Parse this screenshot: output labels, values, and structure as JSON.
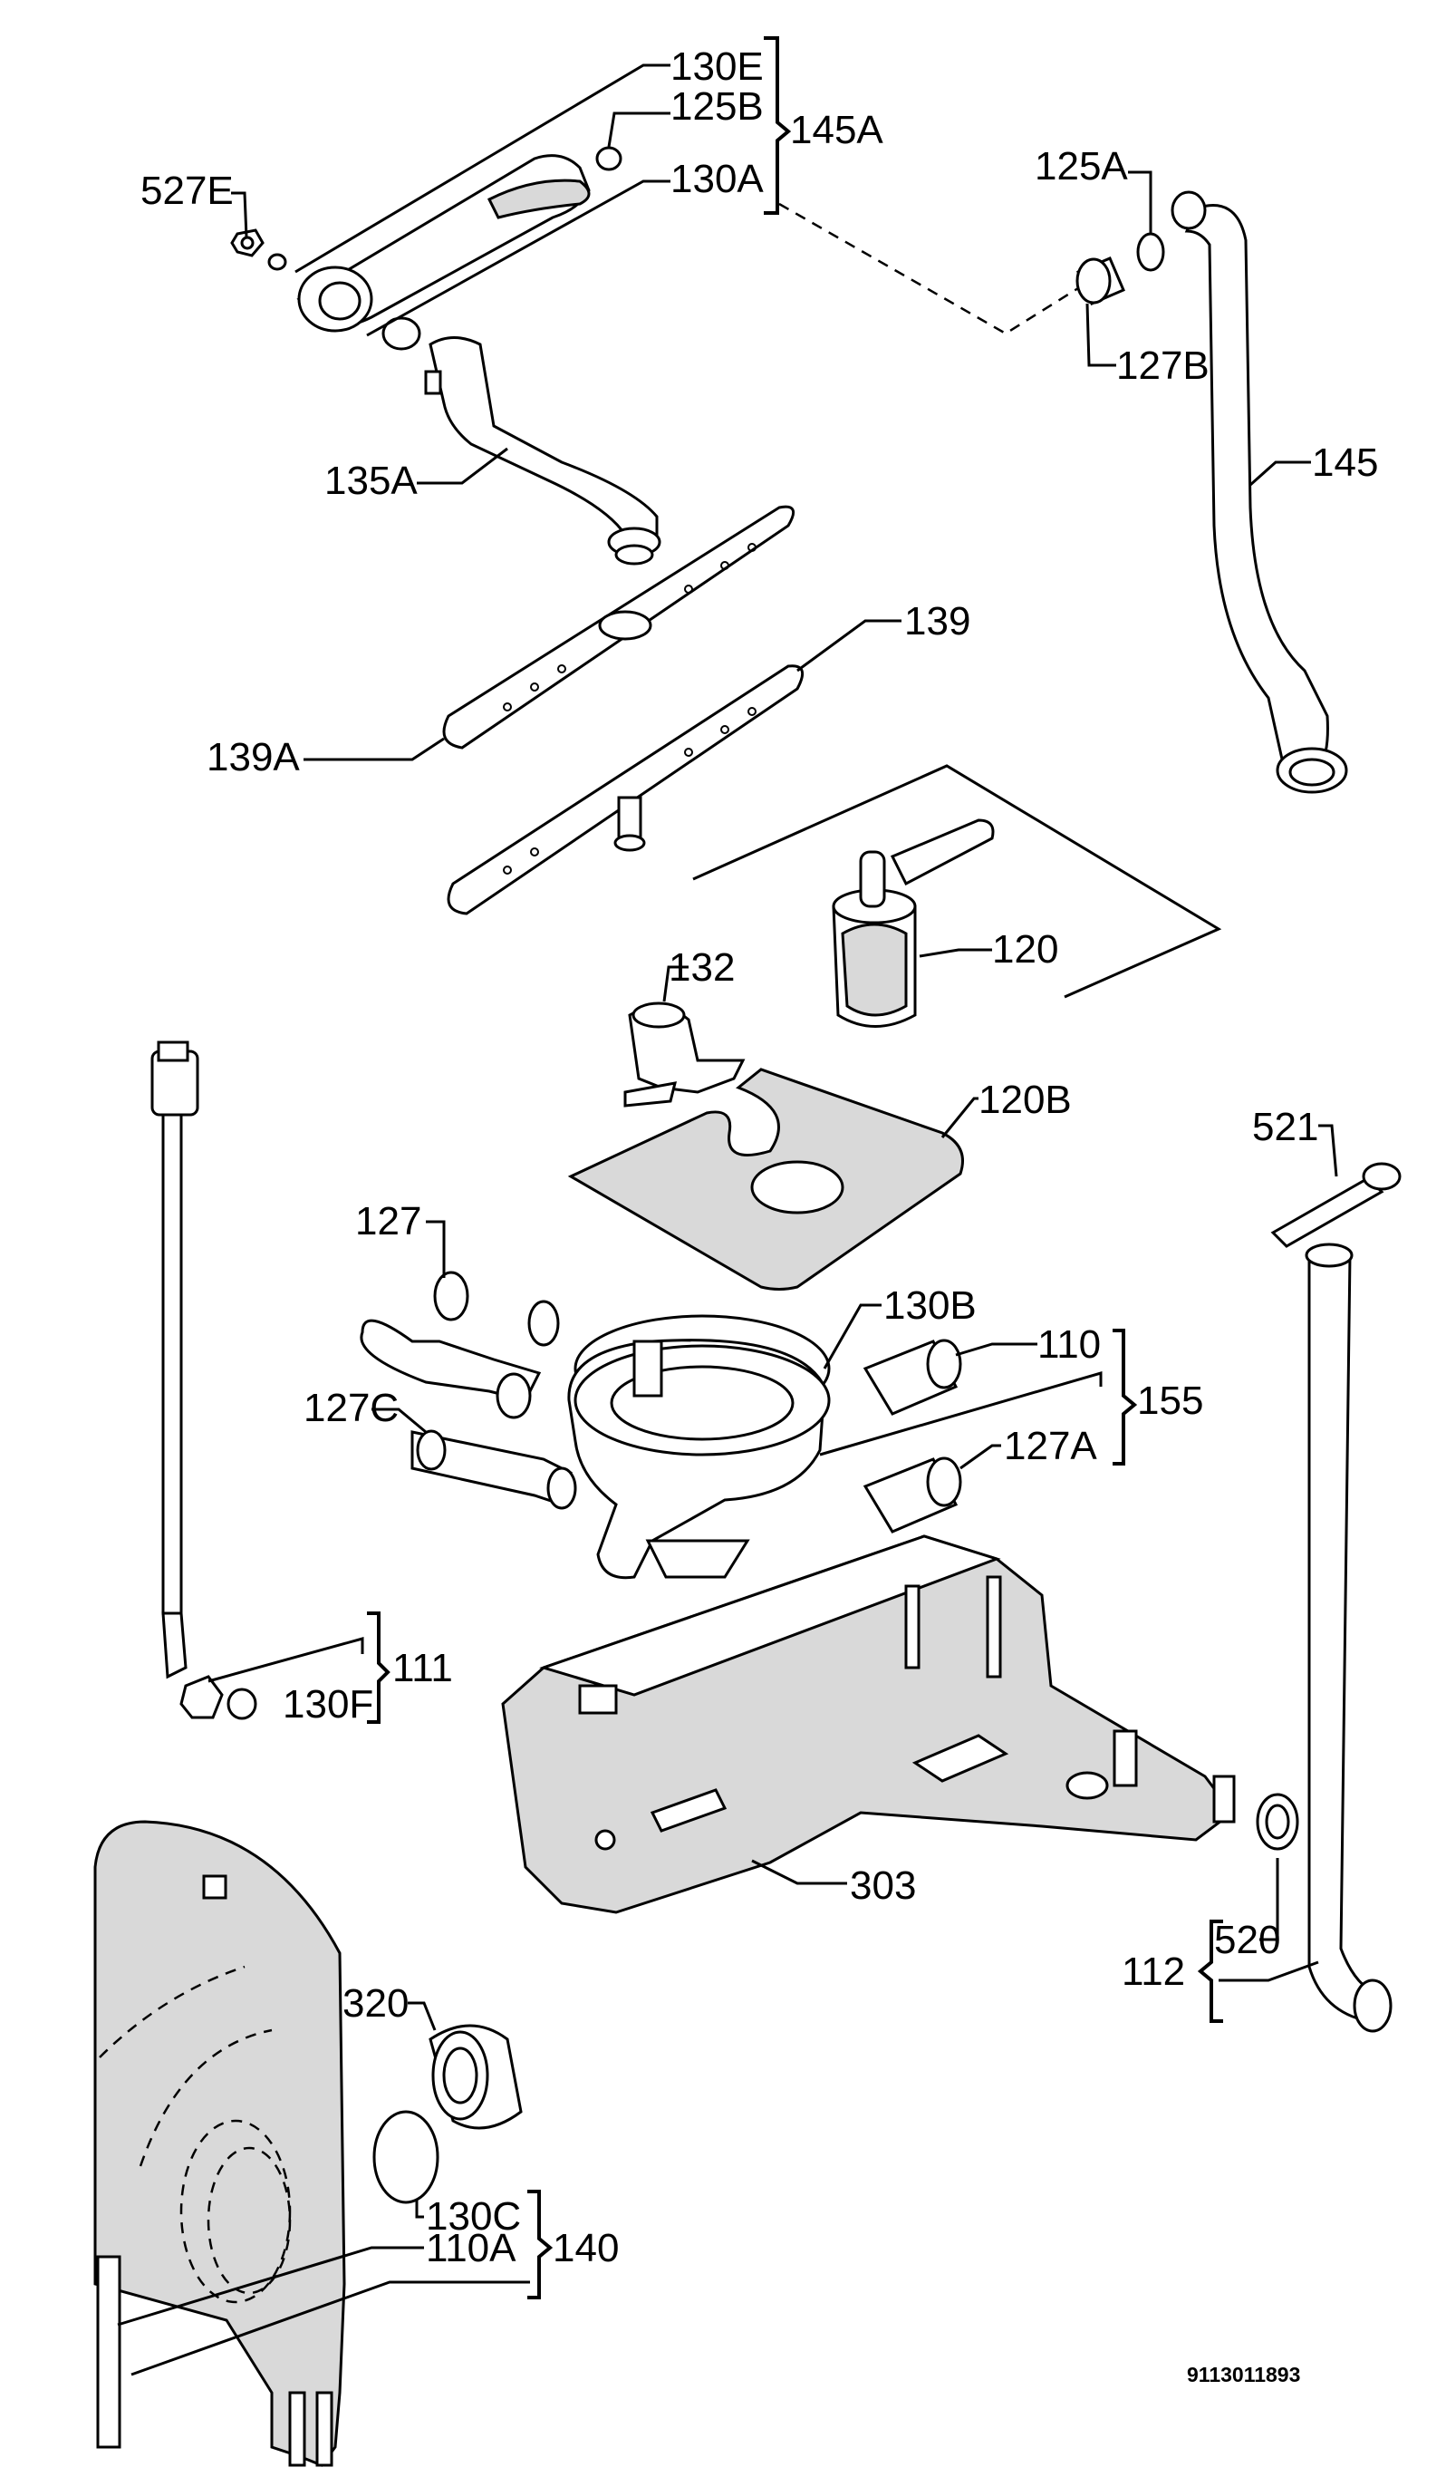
{
  "labels": {
    "l130e": "130E",
    "l125b": "125B",
    "l145a": "145A",
    "l130a": "130A",
    "l527e": "527E",
    "l125a": "125A",
    "l127b": "127B",
    "l145": "145",
    "l135a": "135A",
    "l139": "139",
    "l139a": "139A",
    "l120": "120",
    "l132": "132",
    "l120b": "120B",
    "l521": "521",
    "l127": "127",
    "l130b": "130B",
    "l110": "110",
    "l155": "155",
    "l127c": "127C",
    "l127a": "127A",
    "l111": "111",
    "l130f": "130F",
    "l303": "303",
    "l112": "112",
    "l520": "520",
    "l320": "320",
    "l130c": "130C",
    "l110a": "110A",
    "l140": "140"
  },
  "reference_number": "9113011893"
}
